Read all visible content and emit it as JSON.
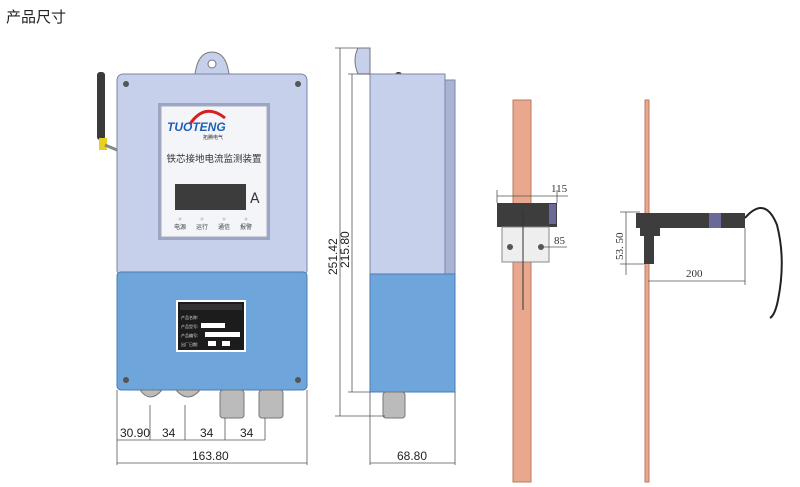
{
  "title": "产品尺寸",
  "device": {
    "brand": "TUOTENG",
    "brand_cn": "拓腾电气",
    "product_name": "铁芯接地电流监测装置",
    "unit": "A",
    "indicators": [
      "电源",
      "运行",
      "通信",
      "报警"
    ],
    "nameplate": {
      "labels": [
        "产品名称:",
        "产品型号:",
        "产品编号:",
        "出厂日期:"
      ]
    }
  },
  "dimensions": {
    "front_bottom": [
      "30.90",
      "34",
      "34",
      "34"
    ],
    "front_width": "163.80",
    "height_total": "251.42",
    "height_body": "215.80",
    "side_depth": "68.80",
    "ct_width": "115",
    "ct_inner": "85",
    "ct_height": "53. 50",
    "ct_length": "200"
  },
  "colors": {
    "upper": "#c6d0ea",
    "lower": "#6ea6dc",
    "copper": "#e9a88e"
  }
}
